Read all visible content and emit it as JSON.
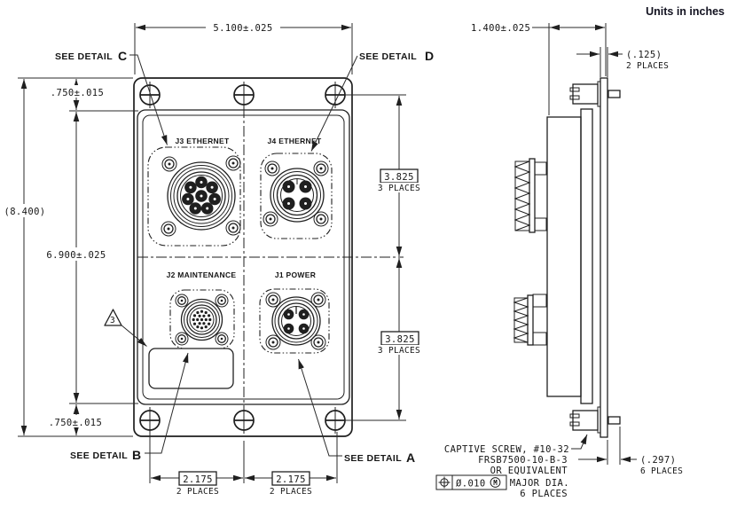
{
  "units_note": "Units in inches",
  "front_view": {
    "labels": {
      "j3": "J3 ETHERNET",
      "j4": "J4 ETHERNET",
      "j2": "J2 MAINTENANCE",
      "j1": "J1 POWER"
    },
    "see_detail": {
      "prefix": "SEE DETAIL",
      "c": "C",
      "d": "D",
      "b": "B",
      "a": "A"
    },
    "flag_note": "3",
    "dims": {
      "width": "5.100±.025",
      "overall_height": "(8.400)",
      "inner_height": "6.900±.025",
      "top_margin": ".750±.015",
      "bottom_margin": ".750±.015",
      "vert_pitch_top": {
        "value": "3.825",
        "places": "3 PLACES"
      },
      "vert_pitch_bottom": {
        "value": "3.825",
        "places": "3 PLACES"
      },
      "horiz_pitch_left": {
        "value": "2.175",
        "places": "2 PLACES"
      },
      "horiz_pitch_right": {
        "value": "2.175",
        "places": "2 PLACES"
      }
    }
  },
  "side_view": {
    "dims": {
      "depth": "1.400±.025",
      "flange_thickness": {
        "value": "(.125)",
        "places": "2 PLACES"
      },
      "screw_protrusion": {
        "value": "(.297)",
        "places": "6 PLACES"
      }
    },
    "captive_screw_note": {
      "line1": "CAPTIVE SCREW, #10-32",
      "line2": "FRSB7500-10-B-3",
      "line3": "OR EQUIVALENT",
      "line4": "MAJOR DIA.",
      "line5": "6 PLACES",
      "fcf_tolerance": "Ø.010",
      "fcf_modifier": "M"
    }
  }
}
